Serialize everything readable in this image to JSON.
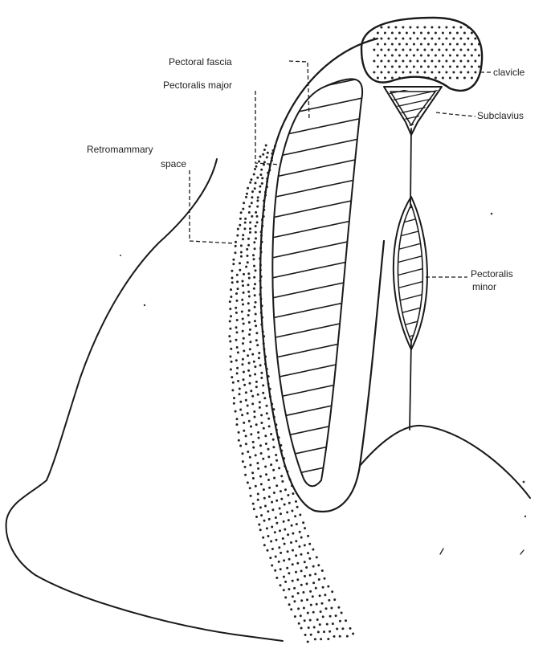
{
  "labels": {
    "pectoral_fascia": "Pectoral fascia",
    "pectoralis_major": "Pectoralis major",
    "retromammary_line1": "Retromammary",
    "retromammary_line2": "space",
    "clavicle": "clavicle",
    "subclavius": "Subclavius",
    "pectoralis_minor_line1": "Pectoralis",
    "pectoralis_minor_line2": "minor"
  }
}
